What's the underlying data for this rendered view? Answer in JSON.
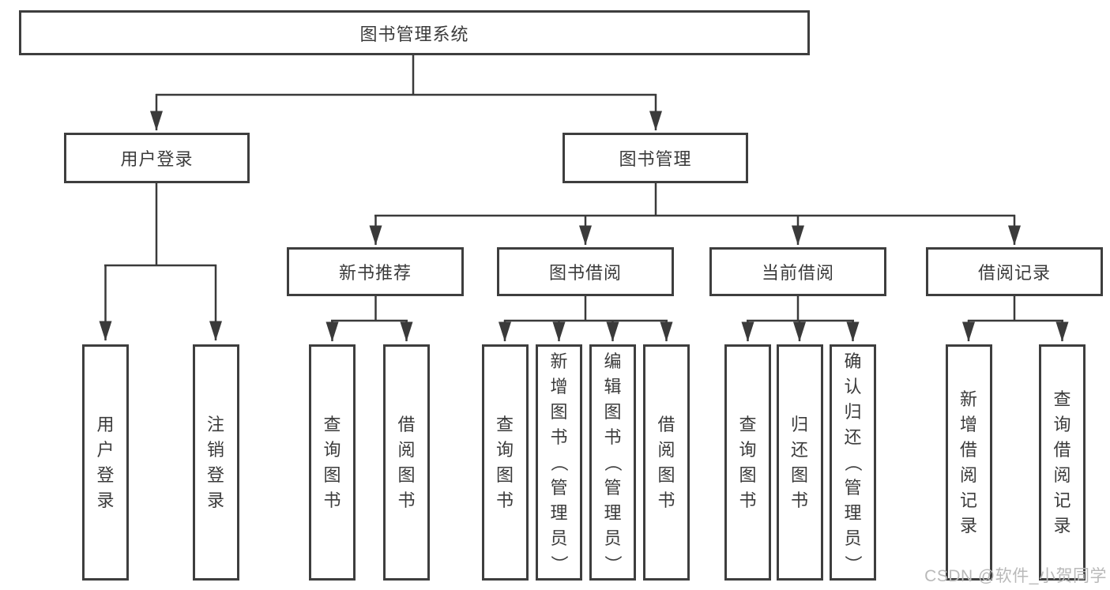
{
  "colors": {
    "line": "#3a3a3a",
    "text": "#3b3b3b",
    "box_border": "#3e3e3e",
    "box_fill": "#ffffff",
    "watermark": "#b9b9b9",
    "background": "#ffffff"
  },
  "nodes": {
    "root": {
      "label": "图书管理系统"
    },
    "level2": [
      {
        "label": "用户登录"
      },
      {
        "label": "图书管理"
      }
    ],
    "level3": [
      {
        "label": "新书推荐",
        "parent": "图书管理"
      },
      {
        "label": "图书借阅",
        "parent": "图书管理"
      },
      {
        "label": "当前借阅",
        "parent": "图书管理"
      },
      {
        "label": "借阅记录",
        "parent": "图书管理"
      }
    ],
    "leaves": [
      {
        "label": "用户登录",
        "parent": "用户登录"
      },
      {
        "label": "注销登录",
        "parent": "用户登录"
      },
      {
        "label": "查询图书",
        "parent": "新书推荐"
      },
      {
        "label": "借阅图书",
        "parent": "新书推荐"
      },
      {
        "label": "查询图书",
        "parent": "图书借阅"
      },
      {
        "label": "新增图书（管理员）",
        "parent": "图书借阅"
      },
      {
        "label": "编辑图书（管理员）",
        "parent": "图书借阅"
      },
      {
        "label": "借阅图书",
        "parent": "图书借阅"
      },
      {
        "label": "查询图书",
        "parent": "当前借阅"
      },
      {
        "label": "归还图书",
        "parent": "当前借阅"
      },
      {
        "label": "确认归还（管理员）",
        "parent": "当前借阅"
      },
      {
        "label": "新增借阅记录",
        "parent": "借阅记录"
      },
      {
        "label": "查询借阅记录",
        "parent": "借阅记录"
      }
    ]
  },
  "watermark": {
    "text": "CSDN @软件_小贺同学"
  }
}
